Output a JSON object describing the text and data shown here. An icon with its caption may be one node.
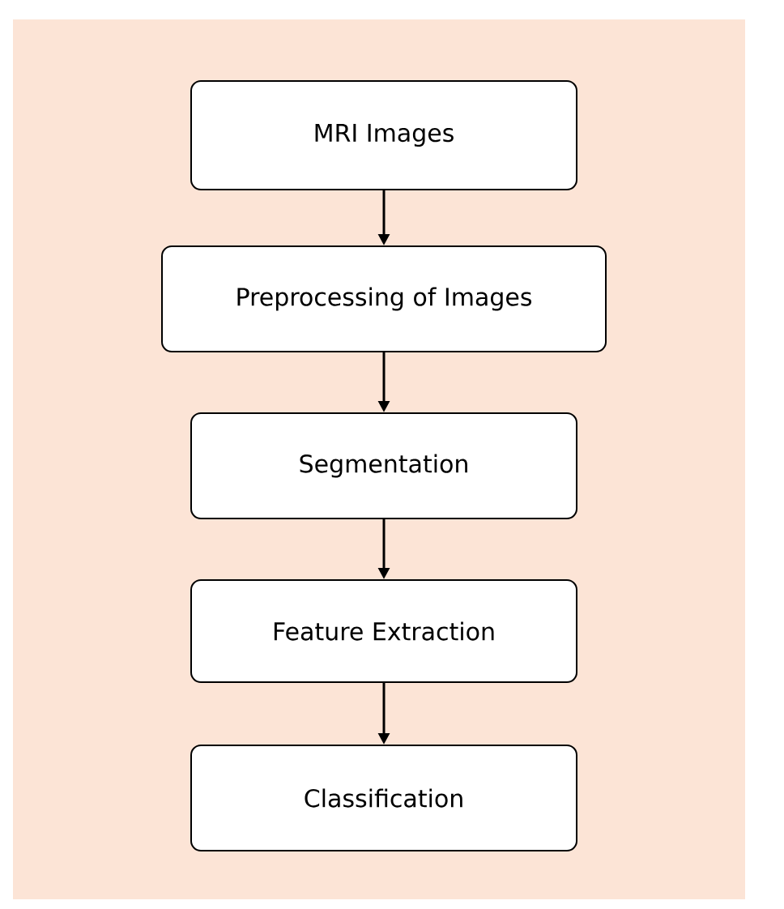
{
  "diagram": {
    "nodes": [
      {
        "text": [
          "MRI Images"
        ]
      },
      {
        "text": [
          "Preprocessing of Images"
        ]
      },
      {
        "text": [
          "Segmentation"
        ]
      },
      {
        "text": [
          "Feature Extraction"
        ]
      },
      {
        "text": [
          "Classification"
        ]
      }
    ],
    "edges": [
      {
        "from": 0,
        "to": 1,
        "arrow": "to"
      },
      {
        "from": 1,
        "to": 2,
        "arrow": "to"
      },
      {
        "from": 2,
        "to": 3,
        "arrow": "to"
      },
      {
        "from": 3,
        "to": 4,
        "arrow": "to"
      }
    ]
  }
}
